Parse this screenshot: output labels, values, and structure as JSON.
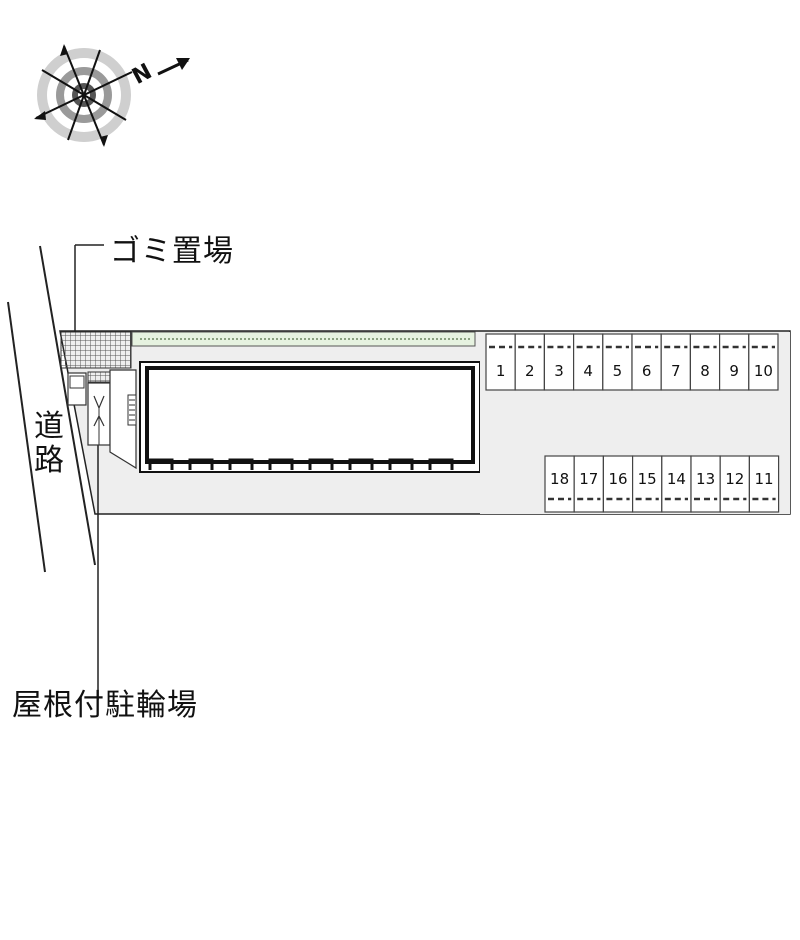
{
  "labels": {
    "garbage": "ゴミ置場",
    "road": "道路",
    "bicycle": "屋根付駐輪場",
    "north": "N"
  },
  "parking": {
    "top_row": [
      "1",
      "2",
      "3",
      "4",
      "5",
      "6",
      "7",
      "8",
      "9",
      "10"
    ],
    "bottom_row": [
      "18",
      "17",
      "16",
      "15",
      "14",
      "13",
      "12",
      "11"
    ]
  },
  "colors": {
    "lot": "#eeeeee",
    "outline": "#333333",
    "building_fill": "#ffffff",
    "planting": "#e6f2e0"
  },
  "icons": [
    "compass-icon",
    "north-arrow-icon"
  ]
}
